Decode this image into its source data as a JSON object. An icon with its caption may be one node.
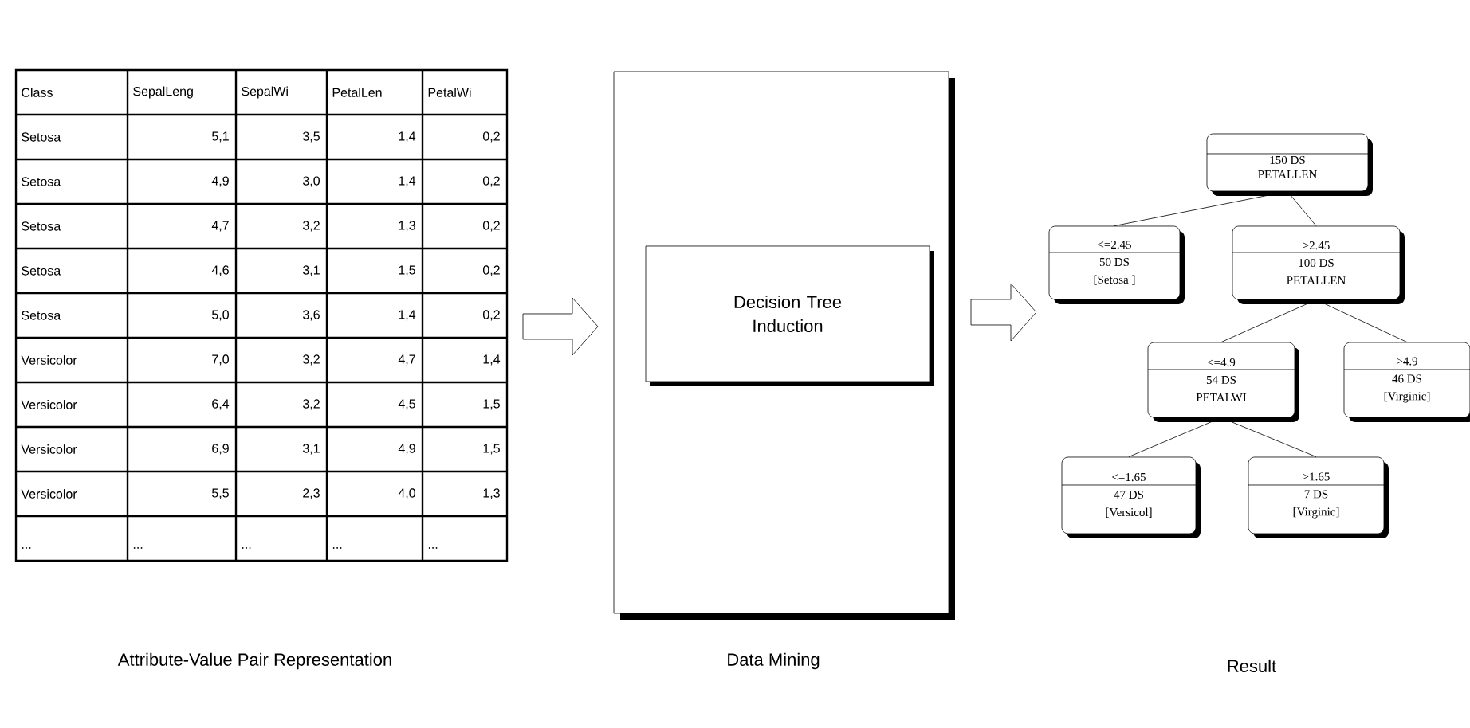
{
  "diagram": {
    "nodes": [
      {
        "text": [],
        "shape": "box"
      },
      {
        "text": [],
        "shape": "box"
      },
      {
        "text": [
          "Decision Tree Induction"
        ],
        "in": 1
      },
      {
        "text": [
          "—",
          "150 DS",
          "PETALLEN"
        ]
      },
      {
        "text": [
          "<=2.45",
          "50 DS",
          "[Setosa ]"
        ]
      },
      {
        "text": [
          ">2.45",
          "100 DS",
          "PETALLEN"
        ]
      },
      {
        "text": [
          "<=4.9",
          "54 DS",
          "PETALWI"
        ]
      },
      {
        "text": [
          ">4.9",
          "46 DS",
          "[Virginic]"
        ]
      },
      {
        "text": [
          "<=1.65",
          "47 DS",
          "[Versicol]"
        ]
      },
      {
        "text": [
          ">1.65",
          "7 DS",
          "[Virginic]"
        ]
      }
    ],
    "edges": [
      {
        "from": 0,
        "to": 1,
        "arrow": "to"
      },
      {
        "from": 1,
        "to": null,
        "arrow": "to"
      },
      {
        "from": 3,
        "to": 4,
        "arrow": "none"
      },
      {
        "from": 3,
        "to": 5,
        "arrow": "none"
      },
      {
        "from": 5,
        "to": 6,
        "arrow": "none"
      },
      {
        "from": 5,
        "to": 7,
        "arrow": "none"
      },
      {
        "from": 6,
        "to": 8,
        "arrow": "none"
      },
      {
        "from": 6,
        "to": 9,
        "arrow": "none"
      }
    ],
    "labels": [
      "Class",
      "SepalLeng",
      "SepalWi",
      "PetalLen",
      "PetalWi",
      "Setosa",
      "5,1",
      "3,5",
      "1,4",
      "0,2",
      "Setosa",
      "4,9",
      "3,0",
      "1,4",
      "0,2",
      "Setosa",
      "4,7",
      "3,2",
      "1,3",
      "0,2",
      "Setosa",
      "4,6",
      "3,1",
      "1,5",
      "0,2",
      "Setosa",
      "5,0",
      "3,6",
      "1,4",
      "0,2",
      "Versicolor",
      "7,0",
      "3,2",
      "4,7",
      "1,4",
      "Versicolor",
      "6,4",
      "3,2",
      "4,5",
      "1,5",
      "Versicolor",
      "6,9",
      "3,1",
      "4,9",
      "1,5",
      "Versicolor",
      "5,5",
      "2,3",
      "4,0",
      "1,3",
      "...",
      "...",
      "...",
      "...",
      "...",
      "Attribute-Value Pair Representation",
      "Data Mining",
      "Result"
    ]
  }
}
